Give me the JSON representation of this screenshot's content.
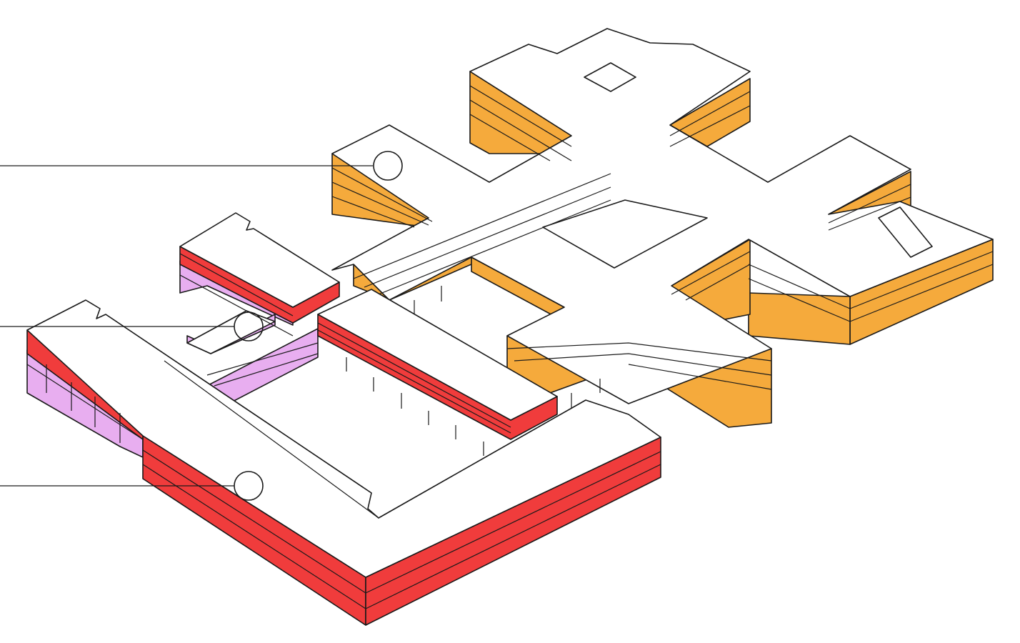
{
  "diagram": {
    "kind": "isometric building massing diagram",
    "colors": {
      "orange_wing": "#F5AA3C",
      "red_wing": "#F03C3C",
      "lilac_wing": "#E8AEF0",
      "roof": "#FFFFFF",
      "outline": "#1A1A1A"
    },
    "wings": [
      {
        "name": "orange",
        "floors": 3
      },
      {
        "name": "red",
        "floors": 3
      },
      {
        "name": "lilac",
        "floors": 2
      }
    ],
    "callouts": [
      {
        "name": "callout-orange",
        "label": ""
      },
      {
        "name": "callout-lilac",
        "label": ""
      },
      {
        "name": "callout-red",
        "label": ""
      }
    ]
  }
}
